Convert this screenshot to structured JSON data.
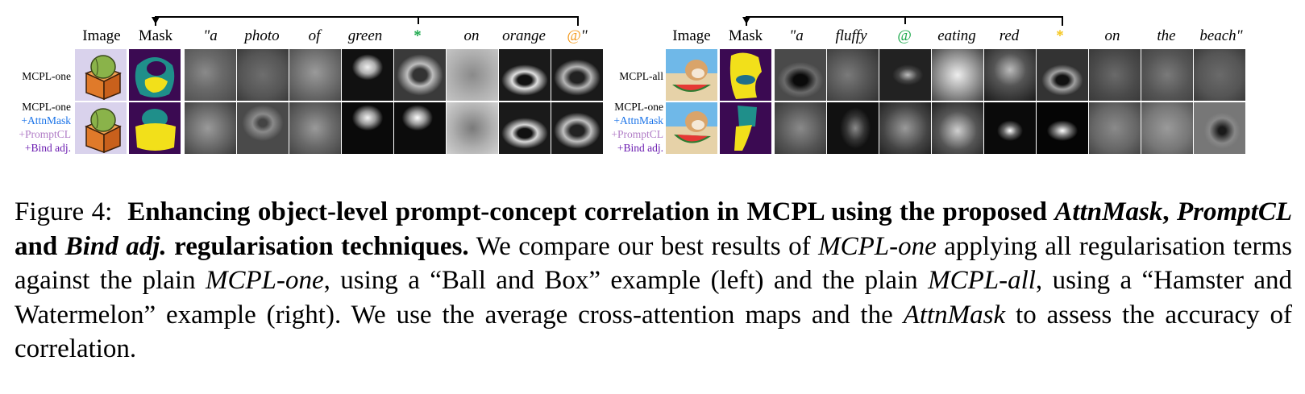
{
  "left_panel": {
    "image_label": "Image",
    "mask_label": "Mask",
    "tokens": [
      "\"a",
      "photo",
      "of",
      "green",
      "*",
      "on",
      "orange",
      "@\""
    ],
    "row1_label": "MCPL-one",
    "row2_labels": [
      "MCPL-one",
      "+AttnMask",
      "+PromptCL",
      "+Bind adj."
    ]
  },
  "right_panel": {
    "image_label": "Image",
    "mask_label": "Mask",
    "tokens": [
      "\"a",
      "fluffy",
      "@",
      "eating",
      "red",
      "*",
      "on",
      "the",
      "beach\""
    ],
    "row1_label": "MCPL-all",
    "row2_labels": [
      "MCPL-one",
      "+AttnMask",
      "+PromptCL",
      "+Bind adj."
    ]
  },
  "colors": {
    "green_token": "#1aa84a",
    "orange_token": "#f39a1e",
    "yellow_token": "#f5c518",
    "attnmask": "#1a73e8",
    "promptcl": "#b07cc6",
    "bindadj": "#6a1bb0"
  },
  "caption": {
    "figure_label": "Figure 4:",
    "bold_1": "Enhancing object-level prompt-concept correlation in MCPL using the proposed",
    "bold_it_1": "AttnMask",
    "bold_2": ",",
    "bold_it_2": "PromptCL",
    "bold_3": "and",
    "bold_it_3": "Bind adj.",
    "bold_4": "regularisation techniques.",
    "text_1": "We compare our best results of",
    "it_1": "MCPL-one",
    "text_2": "applying all regularisation terms against the plain",
    "it_2": "MCPL-one",
    "text_3": ", using a “Ball and Box” example (left) and the plain",
    "it_3": "MCPL-all",
    "text_4": ", using a “Hamster and Watermelon” example (right). We use the average cross-attention maps and the",
    "it_4": "AttnMask",
    "text_5": "to assess the accuracy of correlation."
  }
}
